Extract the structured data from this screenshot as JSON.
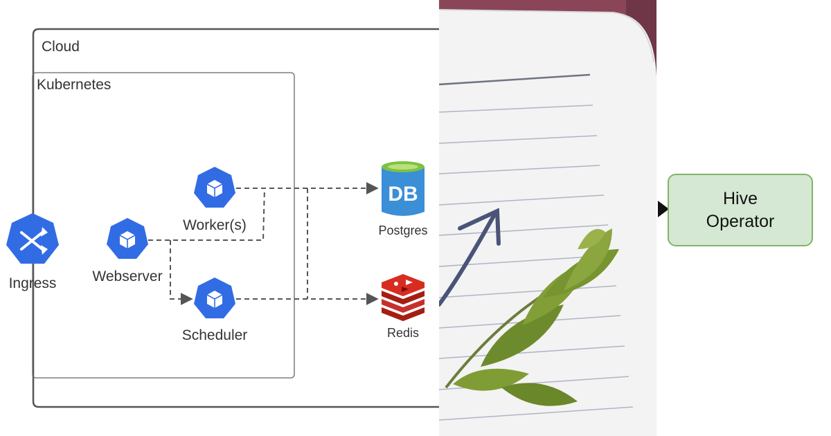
{
  "diagram": {
    "containers": {
      "cloud": "Cloud",
      "kubernetes": "Kubernetes"
    },
    "nodes": {
      "ingress": "Ingress",
      "webserver": "Webserver",
      "worker": "Worker(s)",
      "scheduler": "Scheduler",
      "postgres": "Postgres",
      "postgres_icon_text": "DB",
      "redis": "Redis"
    },
    "hive_operator": {
      "line1": "Hive",
      "line2": "Operator"
    }
  },
  "colors": {
    "k8s_blue": "#326ce5",
    "db_blue": "#3a8fd6",
    "db_top": "#7dc242",
    "redis_red": "#c6302b",
    "hive_fill": "#d5e8d4",
    "hive_border": "#82b366"
  }
}
